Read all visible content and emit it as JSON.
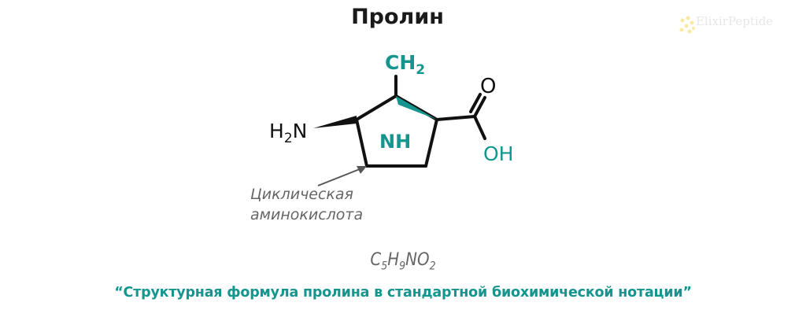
{
  "title": "Пролин",
  "structure": {
    "ch2": {
      "base": "CH",
      "sub": "2"
    },
    "amine": {
      "pre": "H",
      "sub": "2",
      "post": "N"
    },
    "ring_nh": "NH",
    "carbonyl_o": "O",
    "hydroxyl": "OH",
    "annotation": [
      "Циклическая",
      "аминокислота"
    ]
  },
  "formula": {
    "parts": [
      "C",
      "5",
      "H",
      "9",
      "NO",
      "2"
    ]
  },
  "caption": "“Структурная формула пролина в стандартной биохимической нотации”",
  "logo": {
    "brand": "ElixirPeptide"
  },
  "colors": {
    "accent": "#14958e",
    "bond": "#111111",
    "annotation": "#666666",
    "logo": "#f2c200"
  }
}
